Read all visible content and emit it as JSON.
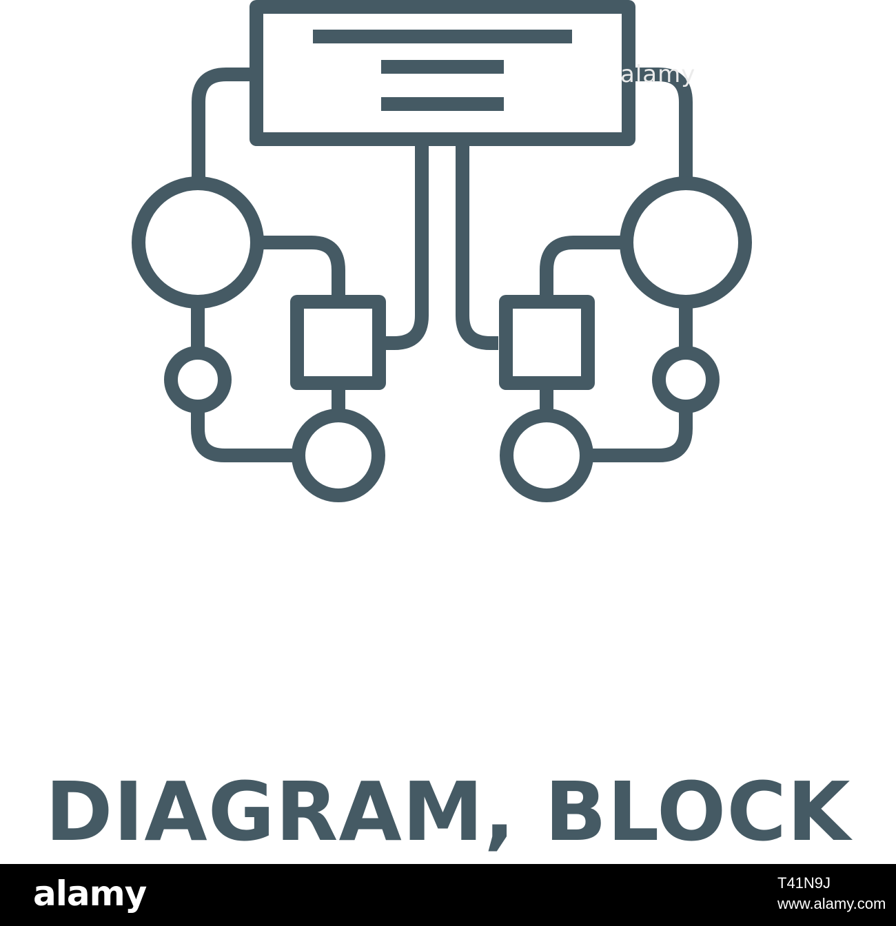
{
  "title": "DIAGRAM, BLOCK",
  "watermark": "alamy",
  "footer": {
    "logo": "alamy",
    "image_id": "T41N9J",
    "url": "www.alamy.com"
  },
  "colors": {
    "icon_stroke": "#455a64",
    "title_text": "#455a64",
    "background": "#ffffff",
    "footer_background": "#000000",
    "footer_text": "#ffffff"
  },
  "icon": "block-diagram-icon"
}
